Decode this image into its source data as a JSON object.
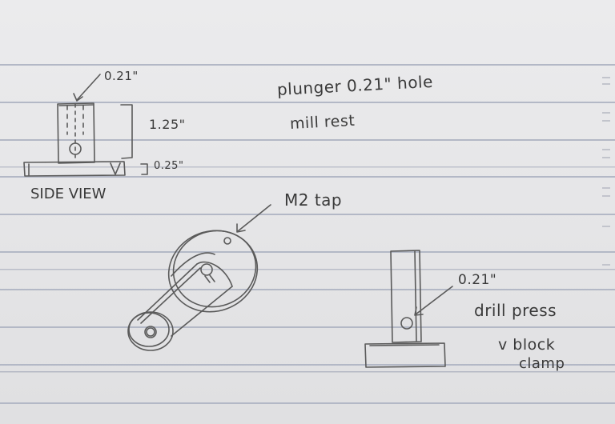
{
  "labels": {
    "top_diameter": "0.21\"",
    "height": "1.25\"",
    "base_thickness": "0.25\"",
    "side_view": "SIDE VIEW",
    "plunger_line1": "plunger 0.21\" hole",
    "plunger_line2": "mill rest",
    "m2_tap": "M2 tap",
    "right_diameter": "0.21\"",
    "drill_press": "drill press",
    "v_block": "v block",
    "clamp": "clamp"
  },
  "colors": {
    "paper": "#e7e7e9",
    "rule_line": "#b3b8c6",
    "pencil": "#4a4a4a"
  }
}
